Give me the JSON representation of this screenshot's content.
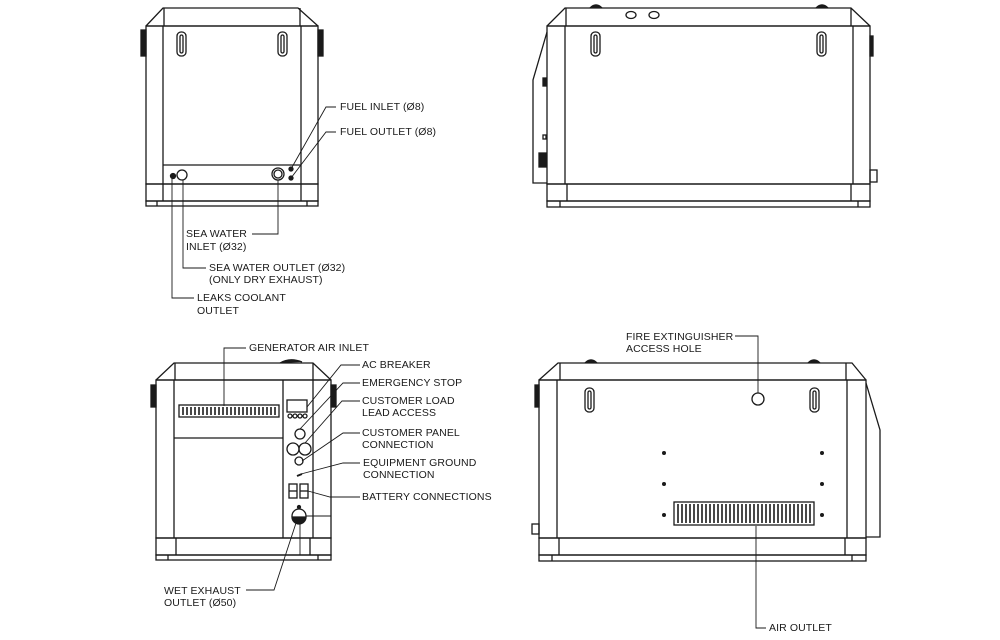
{
  "diagram": {
    "title": "Generator dimensional and connection views",
    "colors": {
      "line": "#1a1a1a",
      "background": "#ffffff"
    },
    "views": [
      {
        "id": "rear-view",
        "position": "top-left",
        "callouts": {
          "fuel_inlet": "FUEL INLET (Ø8)",
          "fuel_outlet": "FUEL OUTLET (Ø8)",
          "sea_water_inlet_1": "SEA WATER",
          "sea_water_inlet_2": "INLET (Ø32)",
          "sea_water_outlet_1": "SEA WATER OUTLET (Ø32)",
          "sea_water_outlet_2": "(ONLY DRY EXHAUST)",
          "leaks_coolant_1": "LEAKS COOLANT",
          "leaks_coolant_2": "OUTLET"
        }
      },
      {
        "id": "side-view-top",
        "position": "top-right",
        "callouts": {}
      },
      {
        "id": "front-view",
        "position": "bottom-left",
        "callouts": {
          "generator_air_inlet": "GENERATOR AIR INLET",
          "ac_breaker": "AC BREAKER",
          "emergency_stop": "EMERGENCY STOP",
          "customer_load_1": "CUSTOMER LOAD",
          "customer_load_2": "LEAD ACCESS",
          "customer_panel_1": "CUSTOMER PANEL",
          "customer_panel_2": "CONNECTION",
          "equipment_ground_1": "EQUIPMENT GROUND",
          "equipment_ground_2": "CONNECTION",
          "battery_connections": "BATTERY CONNECTIONS",
          "wet_exhaust_1": "WET EXHAUST",
          "wet_exhaust_2": "OUTLET (Ø50)"
        }
      },
      {
        "id": "side-view-bottom",
        "position": "bottom-right",
        "callouts": {
          "fire_extinguisher_1": "FIRE EXTINGUISHER",
          "fire_extinguisher_2": "ACCESS HOLE",
          "air_outlet": "AIR OUTLET"
        }
      }
    ]
  }
}
